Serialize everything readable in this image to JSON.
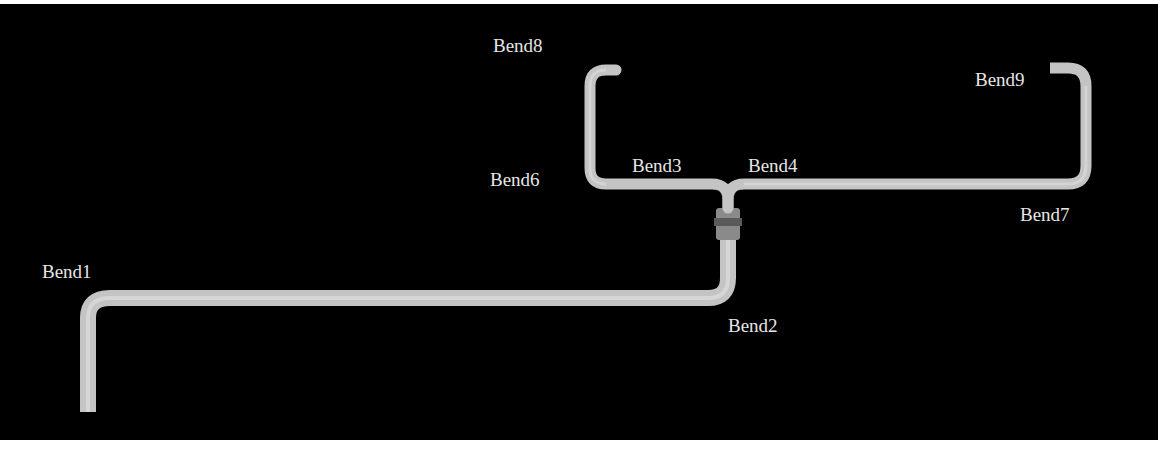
{
  "diagram": {
    "labels": [
      "Bend8",
      "Bend9",
      "Bend6",
      "Bend3",
      "Bend4",
      "Bend7",
      "Bend1",
      "Bend2"
    ]
  }
}
